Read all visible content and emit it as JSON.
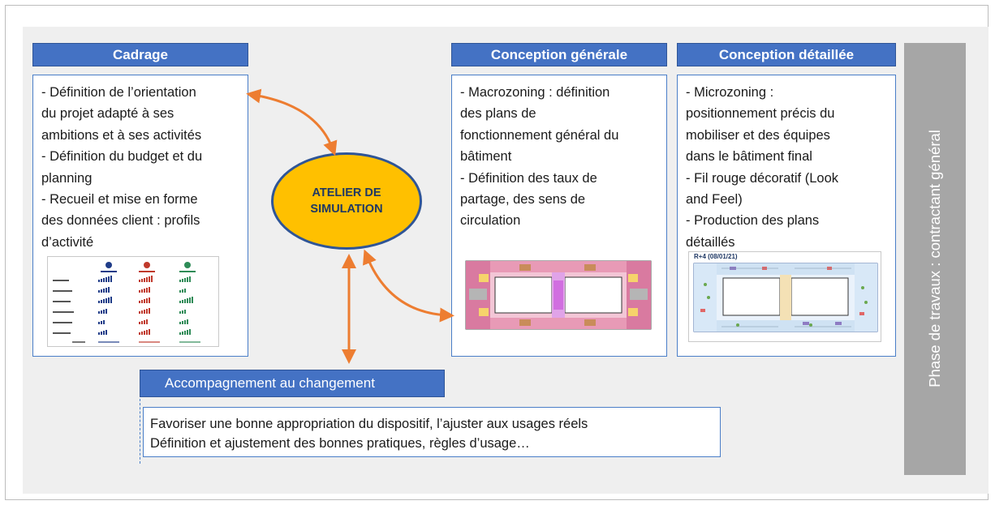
{
  "cadrage": {
    "header": "Cadrage",
    "lines": [
      "- Définition de l’orientation",
      "du projet adapté à ses",
      "ambitions et à ses activités",
      "- Définition du budget et du",
      "planning",
      "- Recueil et mise en forme",
      "des données client : profils",
      "d’activité"
    ]
  },
  "conception_generale": {
    "header": "Conception générale",
    "lines": [
      "- Macrozoning : définition",
      "des plans de",
      "fonctionnement général du",
      "bâtiment",
      "- Définition des taux de",
      "partage, des sens de",
      "circulation"
    ]
  },
  "conception_detaillee": {
    "header": "Conception détaillée",
    "lines": [
      "- Microzoning :",
      "positionnement précis du",
      "mobiliser et des équipes",
      "dans le bâtiment final",
      "- Fil rouge décoratif (Look",
      "and Feel)",
      "- Production des plans",
      "détaillés"
    ],
    "plan_label": "R+4 (08/01/21)"
  },
  "atelier": {
    "line1": "ATELIER DE",
    "line2": "SIMULATION"
  },
  "accompagnement": {
    "header": "Accompagnement au changement",
    "lines": [
      "Favoriser une bonne appropriation du dispositif, l’ajuster aux usages réels",
      "Définition et ajustement des bonnes pratiques, règles d’usage…"
    ]
  },
  "side_label": "Phase de travaux : contractant général",
  "colors": {
    "header_blue": "#4472c4",
    "arrow_orange": "#ed7d31",
    "ellipse_fill": "#ffc000",
    "side_grey": "#a6a6a6"
  }
}
